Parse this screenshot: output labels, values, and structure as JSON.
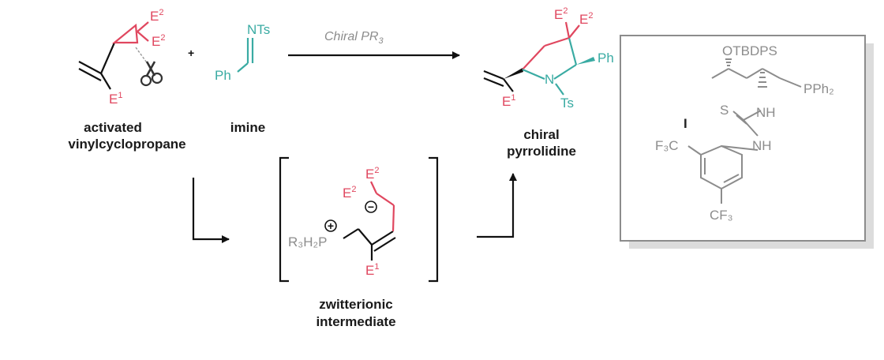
{
  "reaction": {
    "conditions": "Chiral PR",
    "conditions_sub": "3",
    "plus": "+"
  },
  "labels": {
    "vcp_line1": "activated",
    "vcp_line2": "vinylcyclopropane",
    "imine": "imine",
    "product_line1": "chiral",
    "product_line2": "pyrrolidine",
    "zw_line1": "zwitterionic",
    "zw_line2": "intermediate",
    "catalyst": "I"
  },
  "atoms": {
    "E": "E",
    "one": "1",
    "two": "2",
    "NTs": "NTs",
    "Ph": "Ph",
    "N": "N",
    "Ts": "Ts",
    "R3H2P": "R₃H₂P",
    "plus_charge": "+",
    "minus_charge": "−",
    "OTBDPS": "OTBDPS",
    "PPh2": "PPh₂",
    "NH": "NH",
    "S": "S",
    "F3C": "F₃C",
    "CF3": "CF₃"
  },
  "colors": {
    "reactive": "#e0475f",
    "imine": "#3aaba3",
    "catalyst": "#8c8c8c",
    "ink": "#222222"
  }
}
